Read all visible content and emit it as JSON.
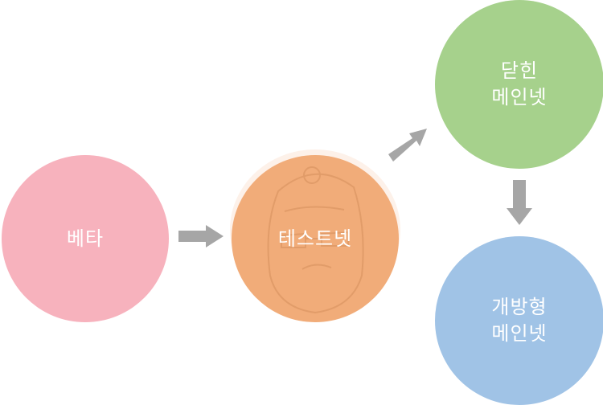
{
  "colors": {
    "beta": "#f7b2bd",
    "testnet": "#f1ac79",
    "closed_mainnet": "#a6d18c",
    "open_mainnet": "#a0c3e6",
    "arrow": "#a6a6a6"
  },
  "nodes": {
    "beta": {
      "line1": "베타",
      "line2": ""
    },
    "testnet": {
      "line1": "테스트넷",
      "line2": ""
    },
    "closed_mainnet": {
      "line1": "닫힌",
      "line2": "메인넷"
    },
    "open_mainnet": {
      "line1": "개방형",
      "line2": "메인넷"
    }
  }
}
